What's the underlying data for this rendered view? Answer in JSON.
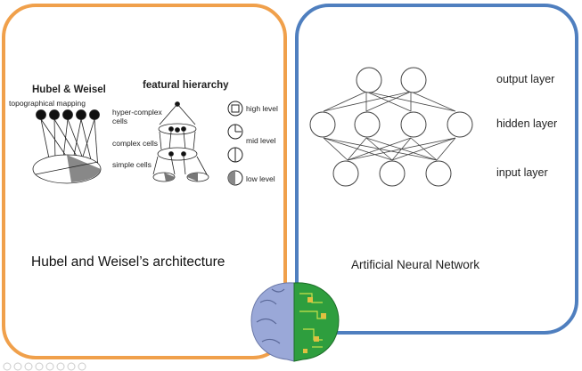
{
  "left": {
    "title": "Hubel & Weisel",
    "subtitle": "topographical mapping",
    "hierarchy_title": "featural hierarchy",
    "labels": [
      "hyper-complex cells",
      "complex cells",
      "simple cells"
    ],
    "levels": [
      "high level",
      "mid level",
      "low level"
    ],
    "caption": "Hubel and Weisel’s architecture"
  },
  "right": {
    "layers": [
      "output layer",
      "hidden layer",
      "input layer"
    ],
    "caption": "Artificial Neural Network"
  },
  "colors": {
    "left_border": "#f0a04b",
    "right_border": "#4f7fbf"
  },
  "icons": [
    "brain-chip-icon"
  ]
}
